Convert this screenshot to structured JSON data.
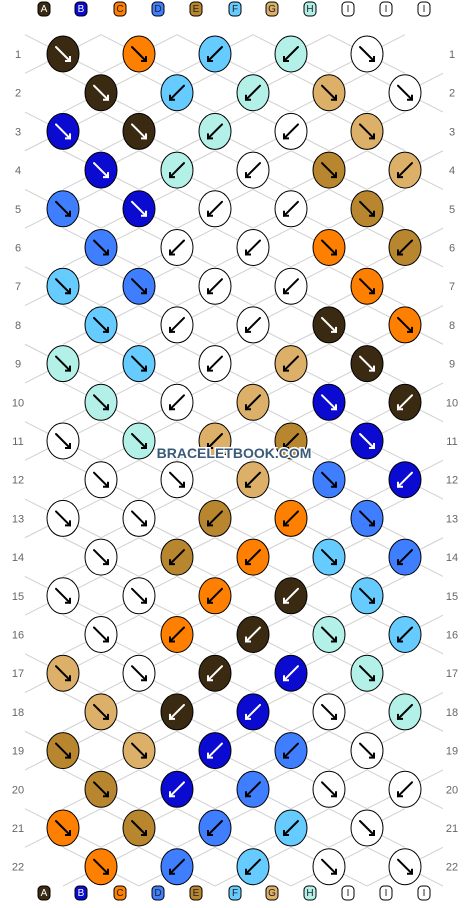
{
  "watermark": "BRACELETBOOK.COM",
  "columns": [
    {
      "letter": "A",
      "color": "#3a2a12"
    },
    {
      "letter": "B",
      "color": "#0a0ad0"
    },
    {
      "letter": "C",
      "color": "#ff7f00"
    },
    {
      "letter": "D",
      "color": "#3f7fff"
    },
    {
      "letter": "E",
      "color": "#b8862e"
    },
    {
      "letter": "F",
      "color": "#66ccff"
    },
    {
      "letter": "G",
      "color": "#dcb068"
    },
    {
      "letter": "H",
      "color": "#b3f0e8"
    },
    {
      "letter": "I",
      "color": "#ffffff"
    },
    {
      "letter": "I",
      "color": "#ffffff"
    },
    {
      "letter": "I",
      "color": "#ffffff"
    }
  ],
  "rows": [
    "1",
    "2",
    "3",
    "4",
    "5",
    "6",
    "7",
    "8",
    "9",
    "10",
    "11",
    "12",
    "13",
    "14",
    "15",
    "16",
    "17",
    "18",
    "19",
    "20",
    "21",
    "22"
  ],
  "palette": {
    "dark_brown": "#3a2a12",
    "blue": "#0a0ad0",
    "orange": "#ff7f00",
    "mid_blue": "#3f7fff",
    "gold": "#b8862e",
    "sky": "#66ccff",
    "tan": "#dcb068",
    "mint": "#b3f0e8",
    "white": "#ffffff"
  },
  "knots": [
    [
      "A",
      "dr",
      "C",
      "dr",
      "F",
      "dl",
      "H",
      "dl",
      "I",
      "dr"
    ],
    [
      "A",
      "dr",
      "F",
      "dl",
      "H",
      "dl",
      "G",
      "dr",
      "I",
      "dr"
    ],
    [
      "B",
      "dr",
      "A",
      "dr",
      "H",
      "dl",
      "I",
      "dl",
      "G",
      "dr"
    ],
    [
      "B",
      "dr",
      "H",
      "dl",
      "I",
      "dl",
      "E",
      "dr",
      "G",
      "dl"
    ],
    [
      "D",
      "dr",
      "B",
      "dr",
      "I",
      "dl",
      "I",
      "dl",
      "E",
      "dr"
    ],
    [
      "D",
      "dr",
      "I",
      "dl",
      "I",
      "dl",
      "C",
      "dr",
      "E",
      "dl"
    ],
    [
      "F",
      "dr",
      "D",
      "dr",
      "I",
      "dl",
      "I",
      "dl",
      "C",
      "dr"
    ],
    [
      "F",
      "dr",
      "I",
      "dl",
      "I",
      "dl",
      "A",
      "dr",
      "C",
      "dr"
    ],
    [
      "H",
      "dr",
      "F",
      "dr",
      "I",
      "dl",
      "G",
      "dl",
      "A",
      "dr"
    ],
    [
      "H",
      "dr",
      "I",
      "dl",
      "G",
      "dl",
      "B",
      "dr",
      "A",
      "dl"
    ],
    [
      "I",
      "dr",
      "H",
      "dr",
      "G",
      "dl",
      "E",
      "dl",
      "B",
      "dr"
    ],
    [
      "I",
      "dr",
      "I",
      "dr",
      "G",
      "dl",
      "D",
      "dr",
      "B",
      "dl"
    ],
    [
      "I",
      "dr",
      "I",
      "dr",
      "E",
      "dl",
      "C",
      "dl",
      "D",
      "dr"
    ],
    [
      "I",
      "dr",
      "E",
      "dl",
      "C",
      "dl",
      "F",
      "dr",
      "D",
      "dl"
    ],
    [
      "I",
      "dr",
      "I",
      "dr",
      "C",
      "dl",
      "A",
      "dl",
      "F",
      "dr"
    ],
    [
      "I",
      "dr",
      "C",
      "dl",
      "A",
      "dl",
      "H",
      "dr",
      "F",
      "dl"
    ],
    [
      "G",
      "dr",
      "I",
      "dr",
      "A",
      "dl",
      "B",
      "dl",
      "H",
      "dr"
    ],
    [
      "G",
      "dr",
      "A",
      "dl",
      "B",
      "dl",
      "I",
      "dr",
      "H",
      "dl"
    ],
    [
      "E",
      "dr",
      "G",
      "dr",
      "B",
      "dl",
      "D",
      "dl",
      "I",
      "dr"
    ],
    [
      "E",
      "dr",
      "B",
      "dl",
      "D",
      "dl",
      "I",
      "dr",
      "I",
      "dl"
    ],
    [
      "C",
      "dr",
      "E",
      "dr",
      "D",
      "dl",
      "F",
      "dl",
      "I",
      "dr"
    ],
    [
      "C",
      "dr",
      "D",
      "dl",
      "F",
      "dl",
      "I",
      "dr",
      "I",
      "dr"
    ]
  ]
}
